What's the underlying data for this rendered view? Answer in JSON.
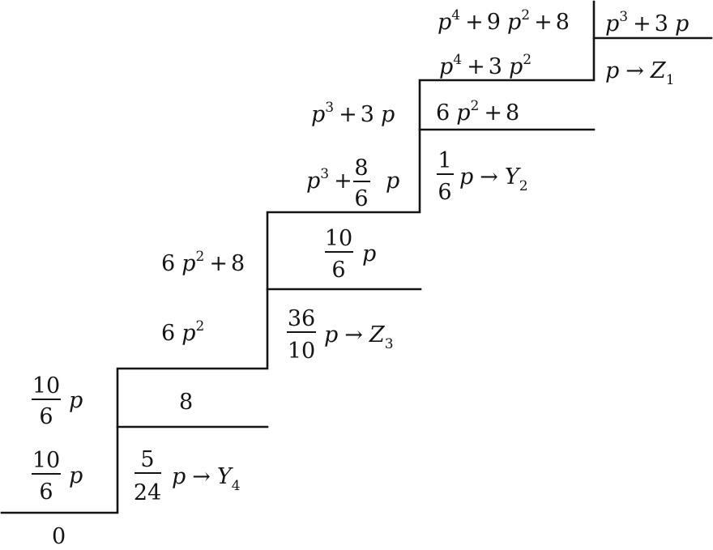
{
  "diagram": {
    "type": "continued-fraction-division-ladder",
    "rows": [
      {
        "step": 1,
        "dividend": "p^4+9p^2+8",
        "divisor": "p^3+3p",
        "remainder": "6p^2+8",
        "partial": "p^4+3p^2",
        "quotient_label": "p",
        "element": "Z_1"
      },
      {
        "step": 2,
        "dividend": "p^3+3p",
        "divisor": "6p^2+8",
        "partial": "p^3+(8/6)p",
        "remainder": "(10/6)p",
        "quotient_label": "(1/6)p",
        "element": "Y_2"
      },
      {
        "step": 3,
        "dividend": "6p^2+8",
        "divisor": "(10/6)p",
        "partial": "6p^2",
        "remainder": "8",
        "quotient_label": "(36/10)p",
        "element": "Z_3"
      },
      {
        "step": 4,
        "dividend": "(10/6)p",
        "divisor": "8",
        "partial": "(10/6)p",
        "remainder": "0",
        "quotient_label": "(5/24)p",
        "element": "Y_4"
      }
    ],
    "symbols": {
      "var": "p",
      "plus": "+",
      "arrow": "→",
      "n0": "0",
      "n1": "1",
      "n3": "3",
      "n5": "5",
      "n6": "6",
      "n8": "8",
      "n9": "9",
      "n10": "10",
      "n24": "24",
      "n36": "36",
      "exp2": "2",
      "exp3": "3",
      "exp4": "4",
      "Z": "Z",
      "Y": "Y",
      "sub1": "1",
      "sub2": "2",
      "sub3": "3",
      "sub4": "4"
    }
  }
}
